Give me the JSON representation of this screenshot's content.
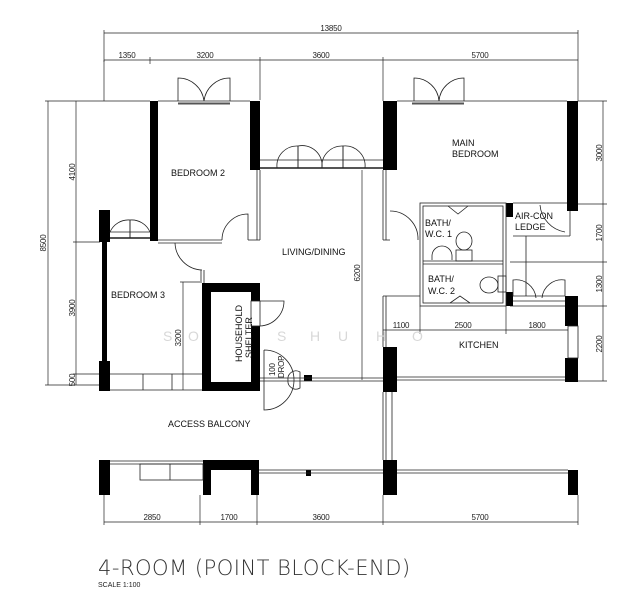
{
  "plan": {
    "title": "4-ROOM (POINT BLOCK-END)",
    "scale": "SCALE 1:100",
    "watermark": [
      "S",
      "O",
      "S",
      "H",
      "U",
      "H",
      "O"
    ]
  },
  "rooms": {
    "bedroom2": "BEDROOM 2",
    "bedroom3": "BEDROOM 3",
    "main_bedroom_1": "MAIN",
    "main_bedroom_2": "BEDROOM",
    "living_dining": "LIVING/DINING",
    "bath1_1": "BATH/",
    "bath1_2": "W.C. 1",
    "bath2_1": "BATH/",
    "bath2_2": "W.C. 2",
    "aircon_1": "AIR-CON",
    "aircon_2": "LEDGE",
    "kitchen": "KITCHEN",
    "shelter_1": "HOUSEHOLD",
    "shelter_2": "SHELTER",
    "access_balcony": "ACCESS BALCONY",
    "drop_1": "100",
    "drop_2": "DROP"
  },
  "dimensions": {
    "top_overall": "13850",
    "top": [
      "1350",
      "3200",
      "3600",
      "5700"
    ],
    "bottom": [
      "2850",
      "1700",
      "3600",
      "5700"
    ],
    "left_overall": "8500",
    "left": [
      "4100",
      "3900",
      "500"
    ],
    "right": [
      "3000",
      "1700",
      "1300",
      "2200"
    ],
    "interior_shelter": "3200",
    "interior_living": "6200",
    "kitchen": [
      "1100",
      "2500",
      "1800"
    ]
  }
}
